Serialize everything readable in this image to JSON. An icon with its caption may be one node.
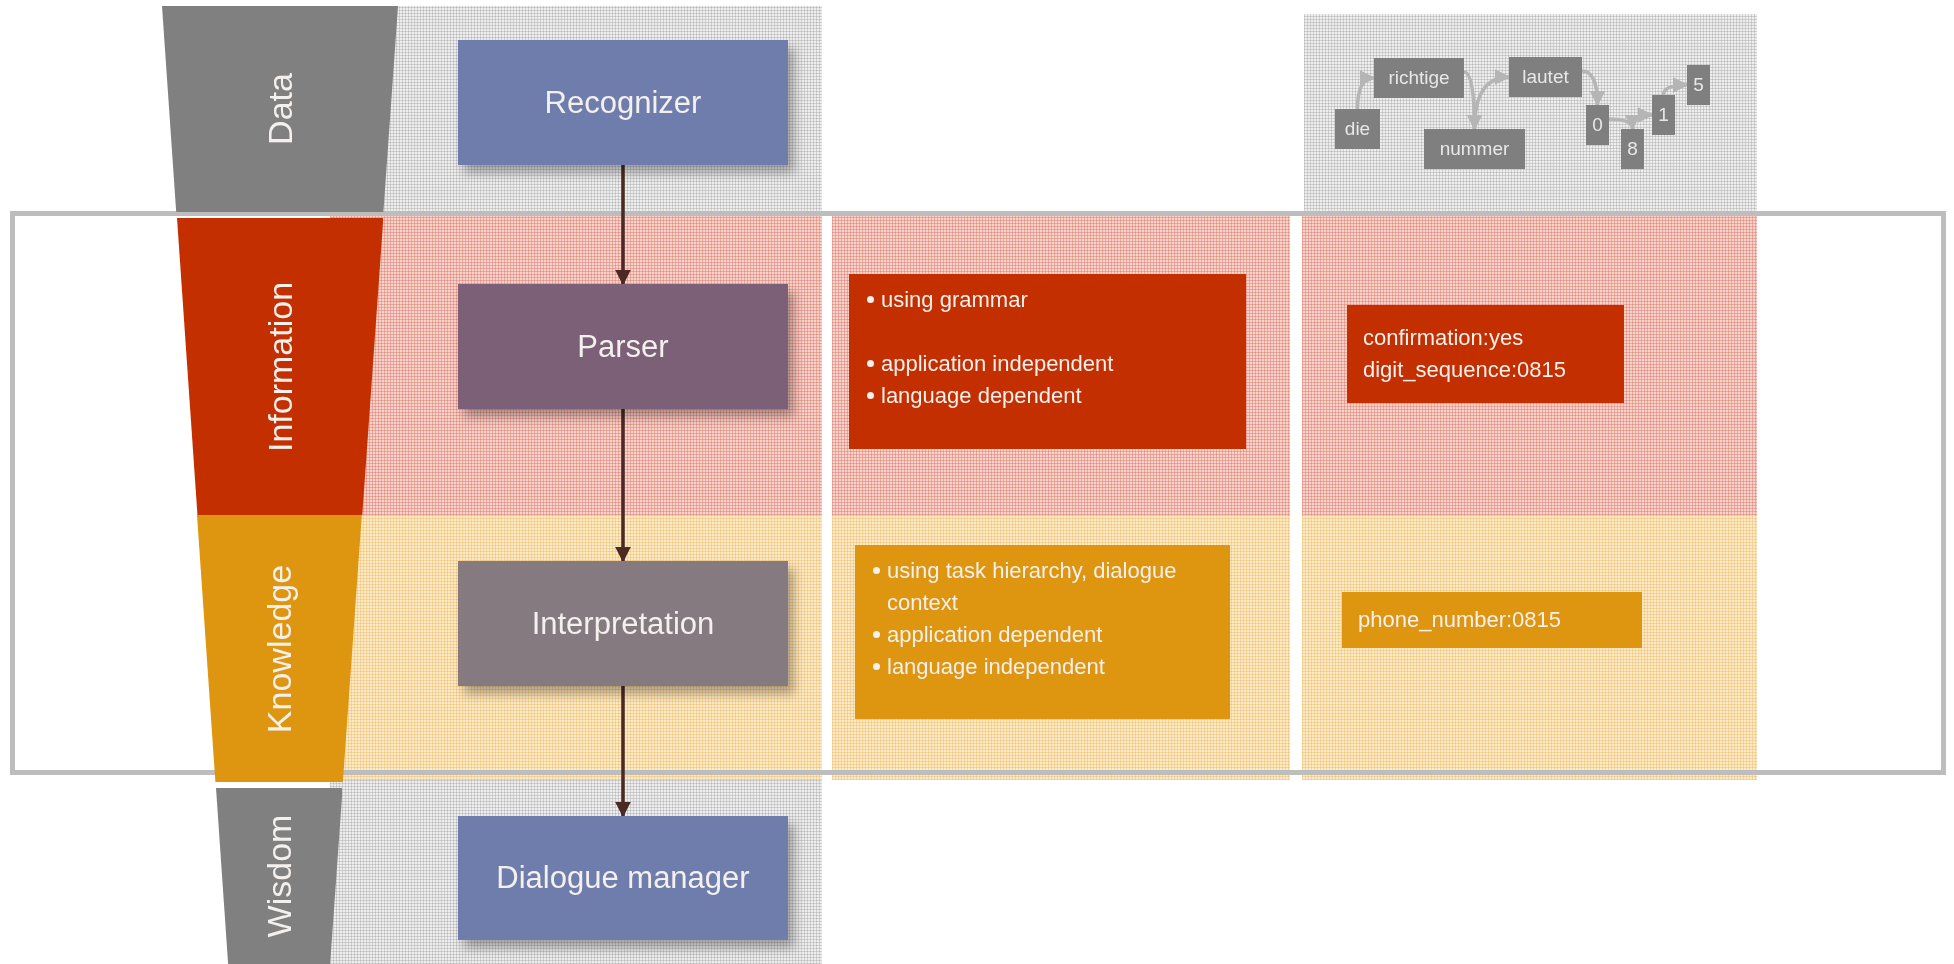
{
  "diagram": {
    "nodes": [
      {
        "text": [
          "Data"
        ]
      },
      {
        "text": [
          "Recognizer"
        ]
      },
      {
        "text": [
          "die"
        ]
      },
      {
        "text": [
          "richtige"
        ]
      },
      {
        "text": [
          "nummer"
        ]
      },
      {
        "text": [
          "lautet"
        ]
      },
      {
        "text": [
          "0"
        ]
      },
      {
        "text": [
          "8"
        ]
      },
      {
        "text": [
          "1"
        ]
      },
      {
        "text": [
          "5"
        ]
      },
      {
        "text": [
          "Information"
        ]
      },
      {
        "text": [
          "Parser"
        ]
      },
      {
        "text": [
          "using grammar",
          "application independent",
          "language dependent"
        ]
      },
      {
        "text": [
          "confirmation:yes",
          "digit_sequence:0815"
        ]
      },
      {
        "text": [
          "Knowledge"
        ]
      },
      {
        "text": [
          "Interpretation"
        ]
      },
      {
        "text": [
          "using task hierarchy, dialogue context",
          "application dependent",
          "language independent"
        ]
      },
      {
        "text": [
          "phone_number:0815"
        ]
      },
      {
        "text": [
          "Wisdom"
        ]
      },
      {
        "text": [
          "Dialogue manager"
        ]
      }
    ],
    "edges": [
      {
        "from": 1,
        "to": 11,
        "arrow": "to",
        "color": "#4a2a22"
      },
      {
        "from": 11,
        "to": 15,
        "arrow": "to",
        "color": "#4a2a22"
      },
      {
        "from": 15,
        "to": 19,
        "arrow": "to",
        "color": "#4a2a22"
      },
      {
        "from": 2,
        "to": 3,
        "arrow": "to"
      },
      {
        "from": 3,
        "to": 4,
        "arrow": "to"
      },
      {
        "from": 4,
        "to": 5,
        "arrow": "to"
      },
      {
        "from": 5,
        "to": 6,
        "arrow": "to"
      },
      {
        "from": 6,
        "to": 7,
        "arrow": "to"
      },
      {
        "from": 7,
        "to": 8,
        "arrow": "to"
      },
      {
        "from": 8,
        "to": 9,
        "arrow": "to"
      }
    ]
  }
}
